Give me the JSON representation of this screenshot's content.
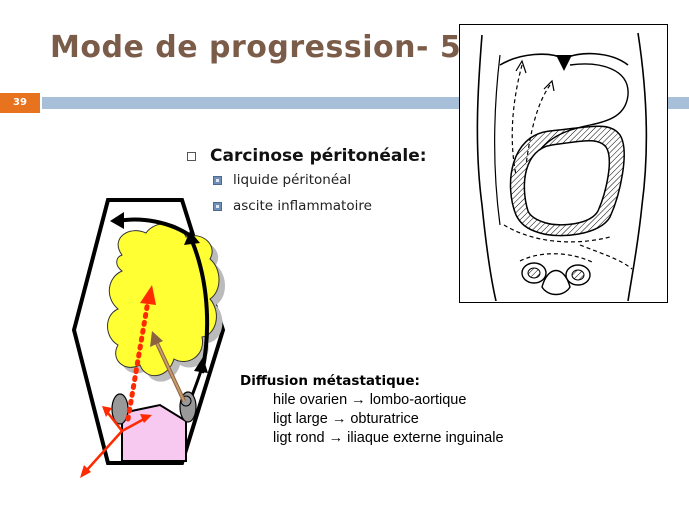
{
  "slide": {
    "title": "Mode de progression- 5",
    "number": "39"
  },
  "bullets": {
    "main": "Carcinose péritonéale:",
    "sub": [
      "liquide péritonéal",
      "ascite inflammatoire"
    ]
  },
  "diffusion": {
    "title": "Diffusion métastatique:",
    "lines": [
      "hile ovarien → lombo-aortique",
      "ligt large → obturatrice",
      "ligt rond → iliaque externe inguinale"
    ]
  },
  "colors": {
    "title": "#7a5c49",
    "bar": "#a8bfd9",
    "slide_number_bg": "#e7731f",
    "tumor": "#ffff33",
    "uterus": "#f7c8f0",
    "arrow_red": "#ff2a00"
  }
}
